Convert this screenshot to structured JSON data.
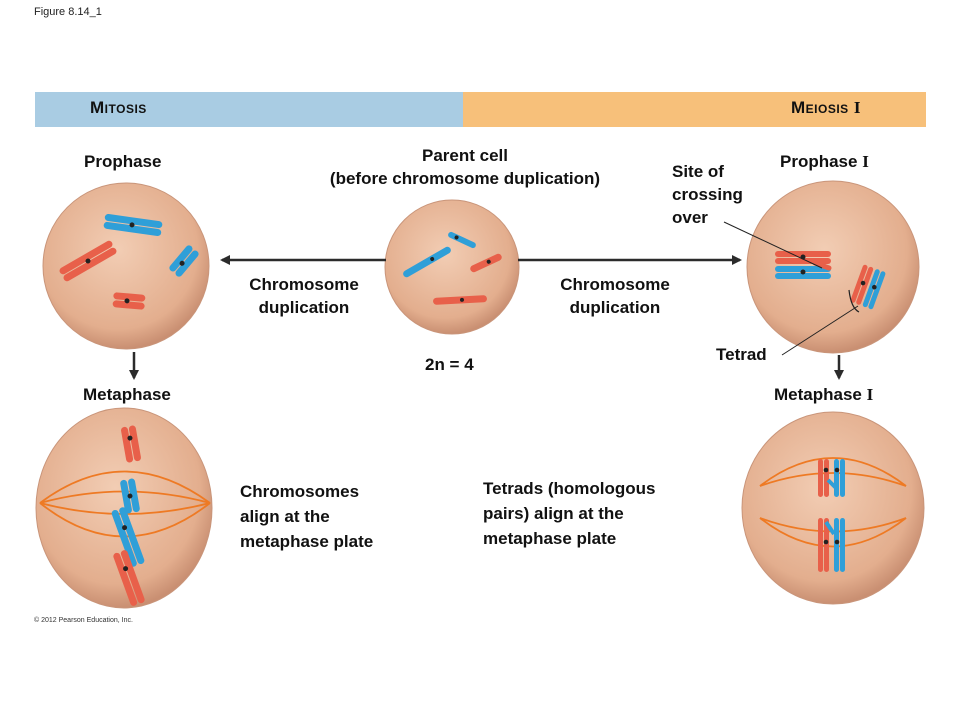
{
  "figure_label": "Figure 8.14_1",
  "bands": {
    "mitosis": {
      "title": "Mitosis",
      "color": "#a9cce3"
    },
    "meiosis": {
      "title": "Meiosis",
      "numeral": "I",
      "color": "#f7c07a"
    }
  },
  "parent": {
    "title_line1": "Parent cell",
    "title_line2": "(before chromosome duplication)",
    "ploidy": "2n = 4"
  },
  "mitosis": {
    "prophase": "Prophase",
    "duplication_line1": "Chromosome",
    "duplication_line2": "duplication",
    "metaphase": "Metaphase",
    "metaphase_caption": [
      "Chromosomes",
      "align at the",
      "metaphase plate"
    ]
  },
  "meiosis": {
    "prophase": "Prophase",
    "prophase_numeral": "I",
    "duplication_line1": "Chromosome",
    "duplication_line2": "duplication",
    "crossing_over": [
      "Site of",
      "crossing",
      "over"
    ],
    "tetrad": "Tetrad",
    "metaphase": "Metaphase",
    "metaphase_numeral": "I",
    "metaphase_caption": [
      "Tetrads (homologous",
      "pairs) align at the",
      "metaphase plate"
    ]
  },
  "copyright": "© 2012 Pearson Education, Inc.",
  "colors": {
    "cell_fill": "#e6b79b",
    "cell_edge": "#c9957a",
    "maternal_chromosome": "#e8604a",
    "paternal_chromosome": "#2f9fd8",
    "spindle": "#ee7a24",
    "arrow": "#2b2b2b"
  }
}
